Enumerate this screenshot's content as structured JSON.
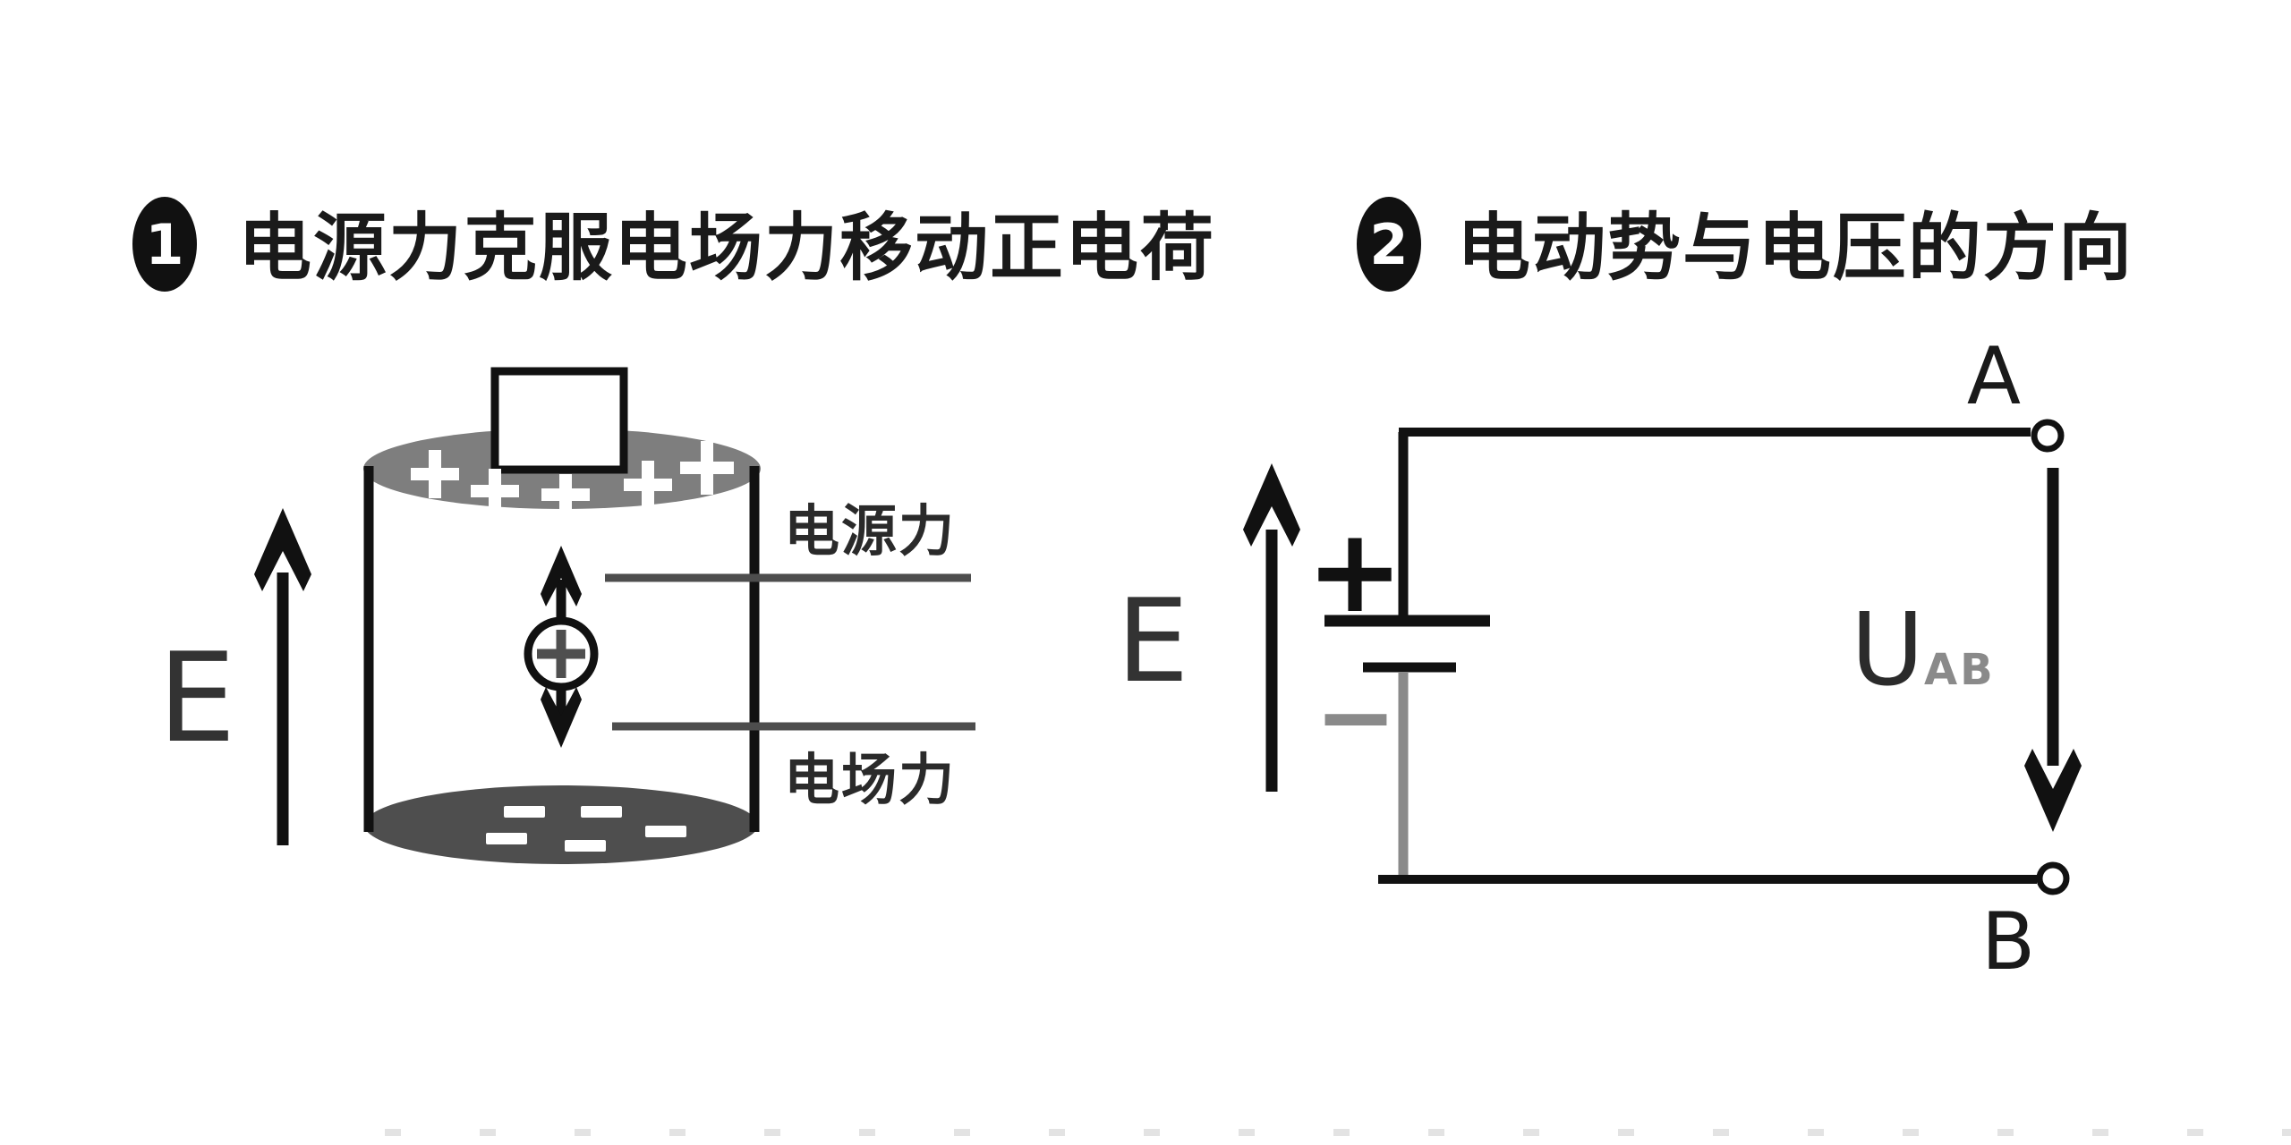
{
  "colors": {
    "ink": "#1a1a1a",
    "top_plate_gray": "#7e7e7e",
    "bottom_plate_gray": "#4e4e4e",
    "leader_line_gray": "#4d4d4d",
    "soft_gray": "#8a8a8a",
    "background": "#ffffff"
  },
  "left_panel": {
    "badge": "1",
    "title": "电源力克服电场力移动正电荷",
    "field_label": "E",
    "source_force_label": "电源力",
    "field_force_label": "电场力",
    "positive_sign_count": 5,
    "negative_sign_count": 5,
    "charge_sign": "+"
  },
  "right_panel": {
    "badge": "2",
    "title": "电动势与电压的方向",
    "emf_label": "E",
    "positive_terminal": "+",
    "negative_terminal": "−",
    "node_a": "A",
    "node_b": "B",
    "voltage_symbol": "U",
    "voltage_subscript": "AB"
  }
}
